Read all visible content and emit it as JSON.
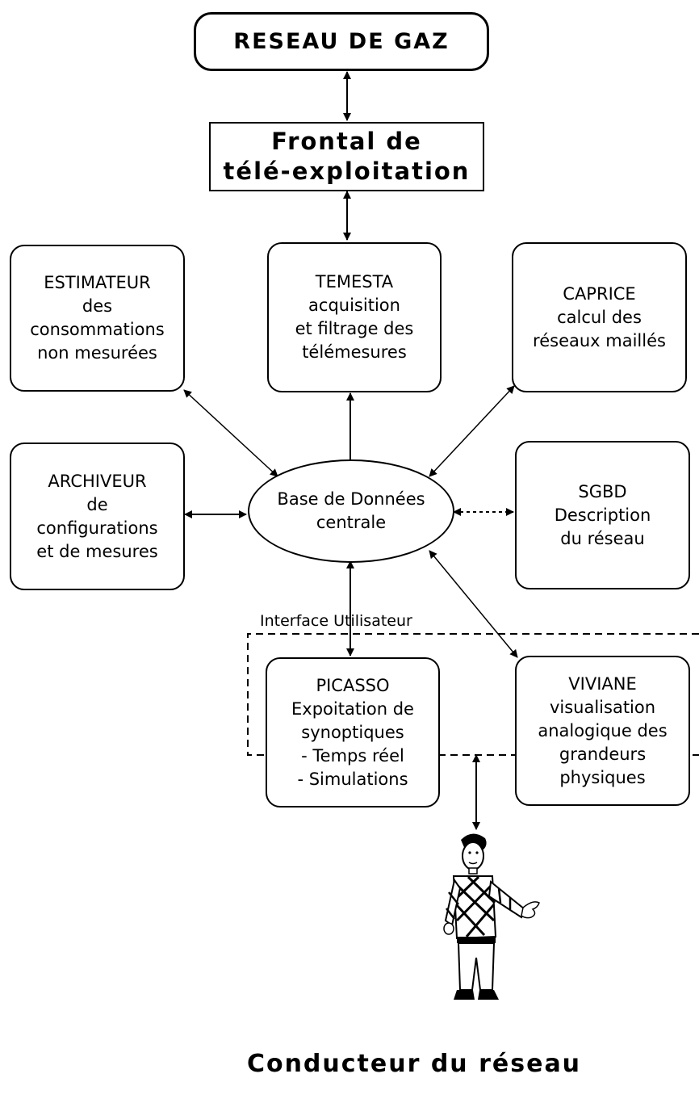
{
  "top": {
    "lines": [
      "RESEAU DE GAZ"
    ]
  },
  "frontal": {
    "lines": [
      "Frontal de",
      "télé-exploitation"
    ]
  },
  "estimateur": {
    "lines": [
      "ESTIMATEUR",
      "des",
      "consommations",
      "non mesurées"
    ]
  },
  "temesta": {
    "lines": [
      "TEMESTA",
      "acquisition",
      "et filtrage des",
      "télémesures"
    ]
  },
  "caprice": {
    "lines": [
      "CAPRICE",
      "calcul des",
      "réseaux maillés"
    ]
  },
  "archiveur": {
    "lines": [
      "ARCHIVEUR",
      "de",
      "configurations",
      "et de mesures"
    ]
  },
  "center": {
    "lines": [
      "Base de Données",
      "centrale"
    ]
  },
  "sgbd": {
    "lines": [
      "SGBD",
      "Description",
      "du réseau"
    ]
  },
  "picasso": {
    "lines": [
      "PICASSO",
      "Expoitation de",
      "synoptiques",
      "- Temps réel",
      "- Simulations"
    ]
  },
  "viviane": {
    "lines": [
      "VIVIANE",
      "visualisation",
      "analogique des",
      "grandeurs",
      "physiques"
    ]
  },
  "interface_label": "Interface Utilisateur",
  "caption": "Conducteur du réseau",
  "icons": {
    "person": "person-presenting-icon"
  }
}
